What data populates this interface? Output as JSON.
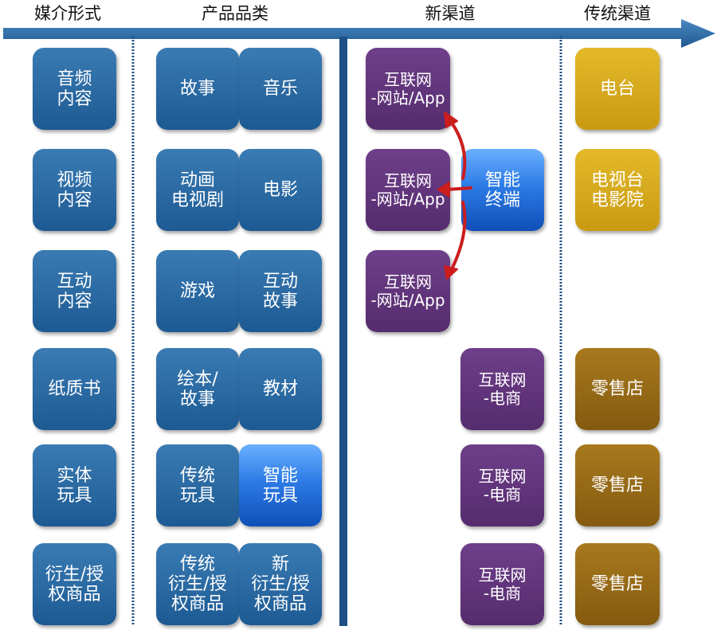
{
  "headers": {
    "media_form": "媒介形式",
    "product_category": "产品品类",
    "new_channels": "新渠道",
    "traditional_channels": "传统渠道"
  },
  "media_forms": [
    "音频\n内容",
    "视频\n内容",
    "互动\n内容",
    "纸质书",
    "实体\n玩具",
    "衍生/授\n权商品"
  ],
  "product_rows": [
    {
      "left": "故事",
      "right": "音乐"
    },
    {
      "left": "动画\n电视剧",
      "right": "电影"
    },
    {
      "left": "游戏",
      "right": "互动\n故事"
    },
    {
      "left": "绘本/\n故事",
      "right": "教材"
    },
    {
      "left": "传统\n玩具",
      "right": "智能\n玩具"
    },
    {
      "left": "传统\n衍生/授\n权商品",
      "right": "新\n衍生/授\n权商品"
    }
  ],
  "new_channels": {
    "web_app": [
      "互联网\n-网站/App",
      "互联网\n-网站/App",
      "互联网\n-网站/App"
    ],
    "smart_terminal": "智能\n终端",
    "ecommerce": [
      "互联网\n-电商",
      "互联网\n-电商",
      "互联网\n-电商"
    ]
  },
  "traditional_channels": {
    "radio": "电台",
    "tv_cinema": "电视台\n电影院",
    "retail": [
      "零售店",
      "零售店",
      "零售店"
    ]
  },
  "colors": {
    "blue_box": "#2b6ba4",
    "smart_box": "#2d7be6",
    "purple_box": "#5f3479",
    "gold_box": "#d8ad1f",
    "brown_box": "#976b16",
    "arrow": "#2f6fa8",
    "divider": "#1d4f86",
    "red_arrow": "#cc1d1d"
  }
}
